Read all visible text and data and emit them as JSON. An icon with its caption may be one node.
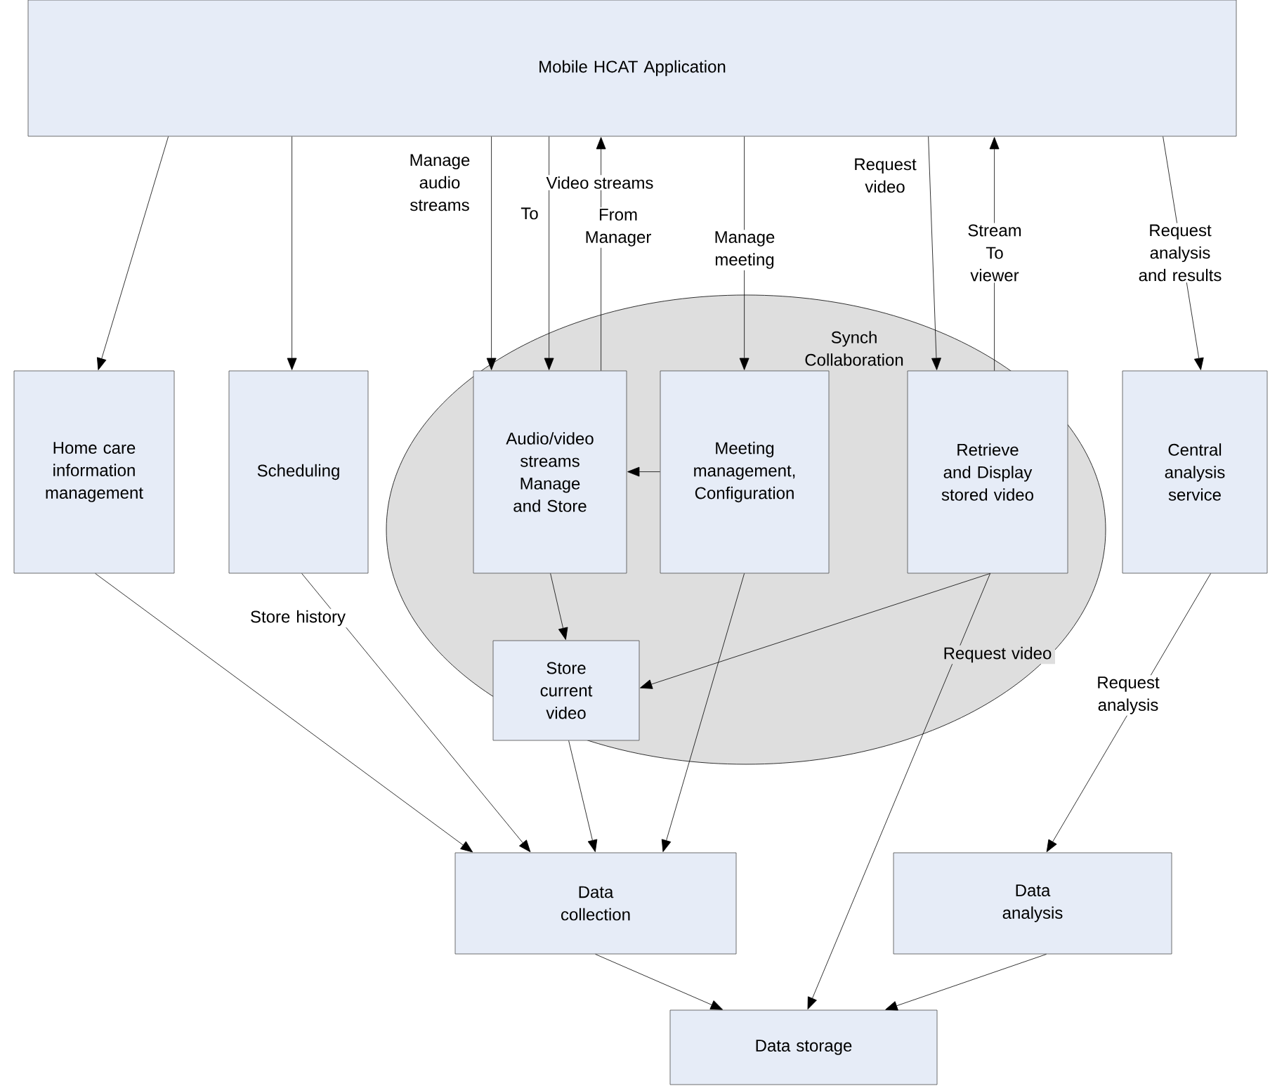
{
  "diagram": {
    "nodes": [
      {
        "text": [
          "Mobile HCAT Application"
        ]
      },
      {
        "text": [
          "Synch Collaboration"
        ]
      },
      {
        "text": [
          "Home care information management"
        ]
      },
      {
        "text": [
          "Scheduling"
        ]
      },
      {
        "text": [
          "Audio/video streams Manage and Store"
        ],
        "in": 1
      },
      {
        "text": [
          "Meeting management, Configuration"
        ],
        "in": 1
      },
      {
        "text": [
          "Retrieve and Display stored video"
        ],
        "in": 1
      },
      {
        "text": [
          "Central analysis service"
        ]
      },
      {
        "text": [
          "Store current video"
        ],
        "in": 1
      },
      {
        "text": [
          "Data collection"
        ]
      },
      {
        "text": [
          "Data analysis"
        ]
      },
      {
        "text": [
          "Data storage"
        ]
      }
    ],
    "edges": [
      {
        "from": 0,
        "to": 2,
        "arrow": "to"
      },
      {
        "from": 0,
        "to": 3,
        "arrow": "to"
      },
      {
        "from": 0,
        "to": 4,
        "arrow": "to",
        "label": "Manage audio streams"
      },
      {
        "from": 0,
        "to": 4,
        "arrow": "to",
        "label": "To"
      },
      {
        "from": 4,
        "to": 0,
        "arrow": "to",
        "label": "From Manager"
      },
      {
        "from": 0,
        "to": 5,
        "arrow": "to",
        "label": "Manage meeting"
      },
      {
        "from": 0,
        "to": 6,
        "arrow": "to",
        "label": "Request video"
      },
      {
        "from": 6,
        "to": 0,
        "arrow": "to",
        "label": "Stream To viewer"
      },
      {
        "from": 0,
        "to": 7,
        "arrow": "to",
        "label": "Request analysis and results"
      },
      {
        "from": 5,
        "to": 4,
        "arrow": "to"
      },
      {
        "from": 4,
        "to": 8,
        "arrow": "to"
      },
      {
        "from": 6,
        "to": 8,
        "arrow": "to"
      },
      {
        "from": 6,
        "to": 11,
        "arrow": "to",
        "label": "Request video"
      },
      {
        "from": 2,
        "to": 9,
        "arrow": "to"
      },
      {
        "from": 3,
        "to": 9,
        "arrow": "to",
        "label": "Store history"
      },
      {
        "from": 8,
        "to": 9,
        "arrow": "to"
      },
      {
        "from": 5,
        "to": 9,
        "arrow": "to"
      },
      {
        "from": 7,
        "to": 10,
        "arrow": "to",
        "label": "Request analysis"
      },
      {
        "from": 9,
        "to": 11,
        "arrow": "to"
      },
      {
        "from": 10,
        "to": 11,
        "arrow": "to"
      }
    ],
    "labels": [
      "Video streams"
    ]
  }
}
